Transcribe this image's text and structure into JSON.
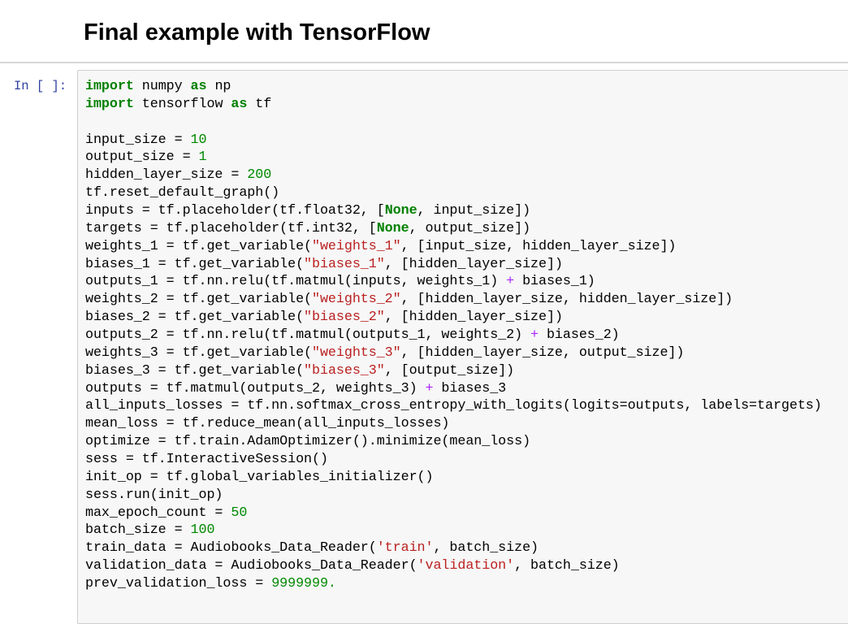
{
  "heading": "Final example with TensorFlow",
  "cell": {
    "prompt": "In [ ]:",
    "lines": [
      [
        [
          "import",
          "kw"
        ],
        [
          " numpy ",
          ""
        ],
        [
          "as",
          "kw"
        ],
        [
          " np",
          ""
        ]
      ],
      [
        [
          "import",
          "kw"
        ],
        [
          " tensorflow ",
          ""
        ],
        [
          "as",
          "kw"
        ],
        [
          " tf",
          ""
        ]
      ],
      [],
      [
        [
          "input_size = ",
          ""
        ],
        [
          "10",
          "num"
        ]
      ],
      [
        [
          "output_size = ",
          ""
        ],
        [
          "1",
          "num"
        ]
      ],
      [
        [
          "hidden_layer_size = ",
          ""
        ],
        [
          "200",
          "num"
        ]
      ],
      [
        [
          "tf.reset_default_graph()",
          ""
        ]
      ],
      [
        [
          "inputs = tf.placeholder(tf.float32, [",
          ""
        ],
        [
          "None",
          "kw"
        ],
        [
          ", input_size])",
          ""
        ]
      ],
      [
        [
          "targets = tf.placeholder(tf.int32, [",
          ""
        ],
        [
          "None",
          "kw"
        ],
        [
          ", output_size])",
          ""
        ]
      ],
      [
        [
          "weights_1 = tf.get_variable(",
          ""
        ],
        [
          "\"weights_1\"",
          "str"
        ],
        [
          ", [input_size, hidden_layer_size])",
          ""
        ]
      ],
      [
        [
          "biases_1 = tf.get_variable(",
          ""
        ],
        [
          "\"biases_1\"",
          "str"
        ],
        [
          ", [hidden_layer_size])",
          ""
        ]
      ],
      [
        [
          "outputs_1 = tf.nn.relu(tf.matmul(inputs, weights_1) ",
          ""
        ],
        [
          "+",
          "op"
        ],
        [
          " biases_1)",
          ""
        ]
      ],
      [
        [
          "weights_2 = tf.get_variable(",
          ""
        ],
        [
          "\"weights_2\"",
          "str"
        ],
        [
          ", [hidden_layer_size, hidden_layer_size])",
          ""
        ]
      ],
      [
        [
          "biases_2 = tf.get_variable(",
          ""
        ],
        [
          "\"biases_2\"",
          "str"
        ],
        [
          ", [hidden_layer_size])",
          ""
        ]
      ],
      [
        [
          "outputs_2 = tf.nn.relu(tf.matmul(outputs_1, weights_2) ",
          ""
        ],
        [
          "+",
          "op"
        ],
        [
          " biases_2)",
          ""
        ]
      ],
      [
        [
          "weights_3 = tf.get_variable(",
          ""
        ],
        [
          "\"weights_3\"",
          "str"
        ],
        [
          ", [hidden_layer_size, output_size])",
          ""
        ]
      ],
      [
        [
          "biases_3 = tf.get_variable(",
          ""
        ],
        [
          "\"biases_3\"",
          "str"
        ],
        [
          ", [output_size])",
          ""
        ]
      ],
      [
        [
          "outputs = tf.matmul(outputs_2, weights_3) ",
          ""
        ],
        [
          "+",
          "op"
        ],
        [
          " biases_3",
          ""
        ]
      ],
      [
        [
          "all_inputs_losses = tf.nn.softmax_cross_entropy_with_logits(logits=outputs, labels=targets)",
          ""
        ]
      ],
      [
        [
          "mean_loss = tf.reduce_mean(all_inputs_losses)",
          ""
        ]
      ],
      [
        [
          "optimize = tf.train.AdamOptimizer().minimize(mean_loss)",
          ""
        ]
      ],
      [
        [
          "sess = tf.InteractiveSession()",
          ""
        ]
      ],
      [
        [
          "init_op = tf.global_variables_initializer()",
          ""
        ]
      ],
      [
        [
          "sess.run(init_op)",
          ""
        ]
      ],
      [
        [
          "max_epoch_count = ",
          ""
        ],
        [
          "50",
          "num"
        ]
      ],
      [
        [
          "batch_size = ",
          ""
        ],
        [
          "100",
          "num"
        ]
      ],
      [
        [
          "train_data = Audiobooks_Data_Reader(",
          ""
        ],
        [
          "'train'",
          "str"
        ],
        [
          ", batch_size)",
          ""
        ]
      ],
      [
        [
          "validation_data = Audiobooks_Data_Reader(",
          ""
        ],
        [
          "'validation'",
          "str"
        ],
        [
          ", batch_size)",
          ""
        ]
      ],
      [
        [
          "prev_validation_loss = ",
          ""
        ],
        [
          "9999999.",
          "num"
        ]
      ]
    ]
  }
}
